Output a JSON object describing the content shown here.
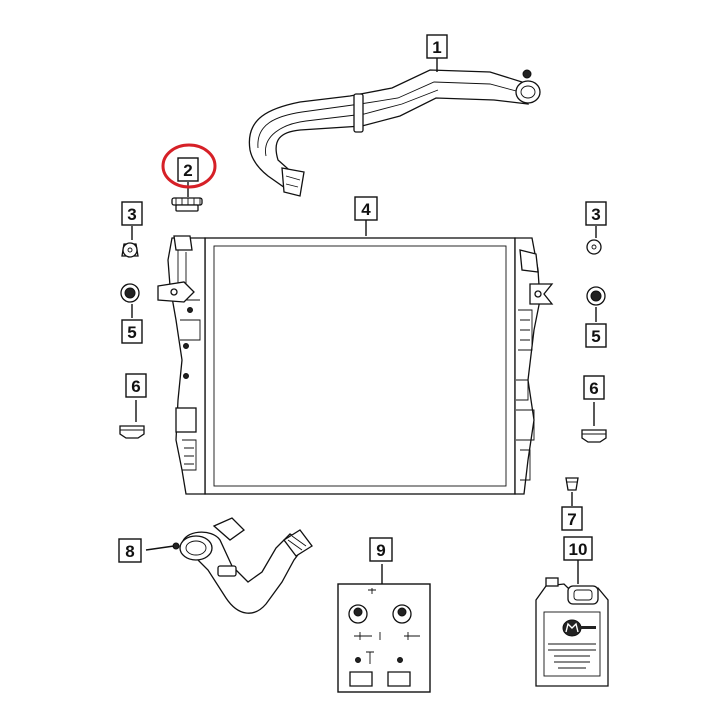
{
  "callouts": [
    {
      "id": "1",
      "text": "1"
    },
    {
      "id": "2",
      "text": "2"
    },
    {
      "id": "3a",
      "text": "3"
    },
    {
      "id": "3b",
      "text": "3"
    },
    {
      "id": "4",
      "text": "4"
    },
    {
      "id": "5a",
      "text": "5"
    },
    {
      "id": "5b",
      "text": "5"
    },
    {
      "id": "6a",
      "text": "6"
    },
    {
      "id": "6b",
      "text": "6"
    },
    {
      "id": "7",
      "text": "7"
    },
    {
      "id": "8",
      "text": "8"
    },
    {
      "id": "9",
      "text": "9"
    },
    {
      "id": "10",
      "text": "10"
    }
  ],
  "highlight": {
    "callout": "2",
    "color": "#d62027"
  },
  "colors": {
    "line": "#111111",
    "background": "#ffffff"
  }
}
